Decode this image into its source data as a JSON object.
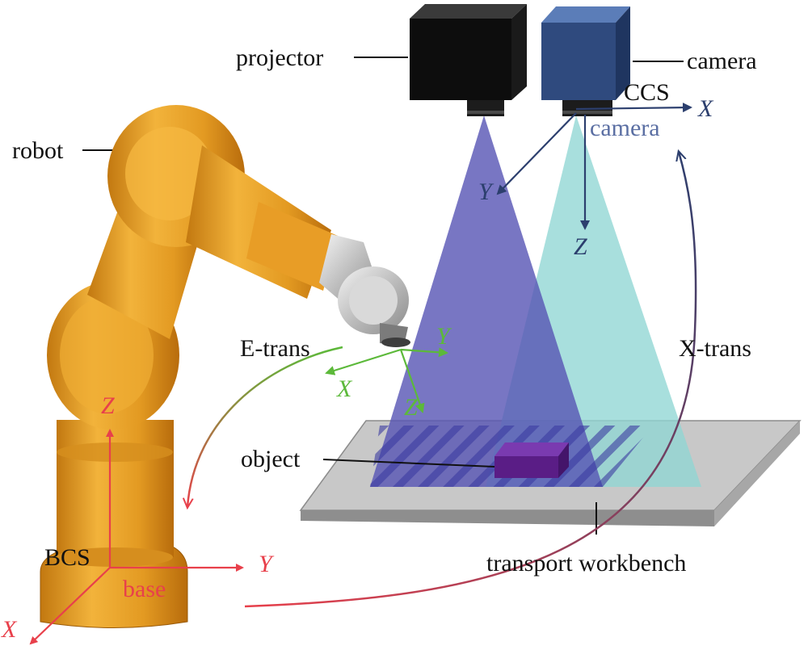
{
  "labels": {
    "projector": "projector",
    "camera": "camera",
    "robot": "robot",
    "ccs": "CCS",
    "camera_sub": "camera",
    "e_trans": "E-trans",
    "x_trans": "X-trans",
    "object": "object",
    "bcs": "BCS",
    "base": "base",
    "workbench": "transport workbench"
  },
  "axes": {
    "ccs_x": "X",
    "ccs_y": "Y",
    "ccs_z": "Z",
    "e_x": "X",
    "e_y": "Y",
    "e_z": "Z",
    "b_x": "X",
    "b_y": "Y",
    "b_z": "Z"
  },
  "colors": {
    "bcs_axes": "#e8404b",
    "end_effector_axes": "#5cb93a",
    "ccs_axes": "#2c3f6e",
    "projector_beam": "#5654b4",
    "camera_beam": "#8fd6d4",
    "robot": "#e8a52c",
    "object": "#5a1d86",
    "workbench": "#bcbcbc"
  },
  "icons": [
    "projector-icon",
    "camera-icon",
    "robot-arm-icon",
    "object-box-icon",
    "workbench-icon"
  ]
}
